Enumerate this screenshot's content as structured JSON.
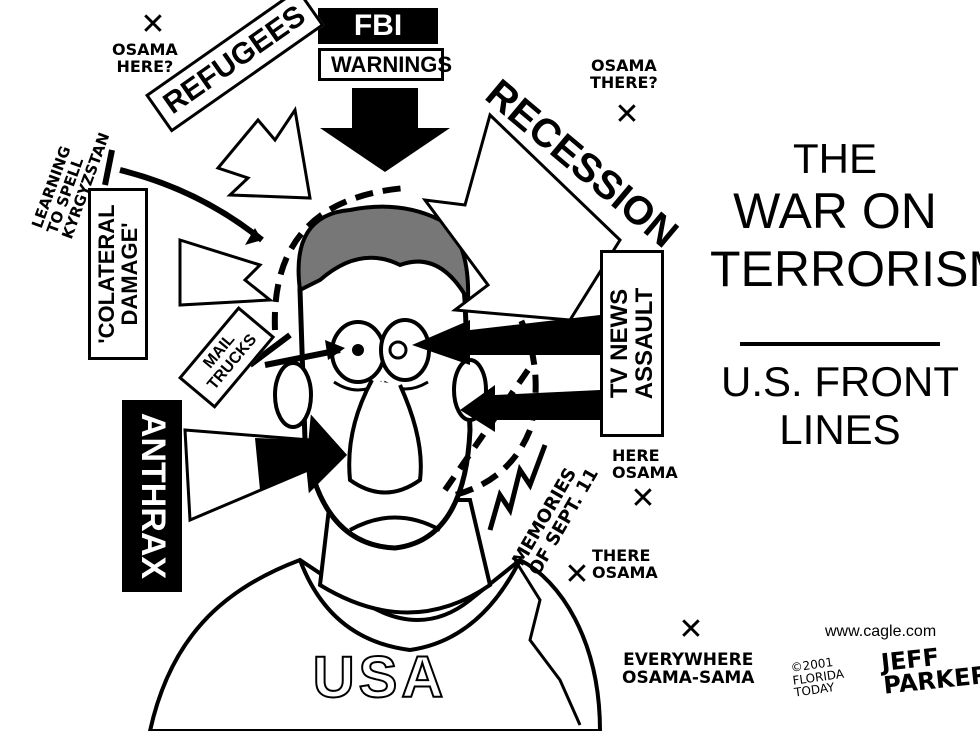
{
  "cartoon": {
    "title_line1": "THE",
    "title_line2": "WAR ON",
    "title_line3": "TERRORISM",
    "subtitle_line1": "U.S. FRONT",
    "subtitle_line2": "LINES",
    "website": "www.cagle.com",
    "copyright_line1": "©2001",
    "copyright_line2": "FLORIDA",
    "copyright_line3": "TODAY",
    "signature_line1": "JEFF",
    "signature_line2": "PARKER",
    "shirt_text": "USA"
  },
  "labels": {
    "fbi": "FBI",
    "warnings": "WARNINGS",
    "refugees": "REFUGEES",
    "recession": "RECESSION",
    "kyrgyzstan_line1": "LEARNING",
    "kyrgyzstan_line2": "TO SPELL",
    "kyrgyzstan_line3": "KYRGYZSTAN",
    "collateral_line1": "'COLATERAL",
    "collateral_line2": "DAMAGE'",
    "mail_line1": "MAIL",
    "mail_line2": "TRUCKS",
    "anthrax": "ANTHRAX",
    "tvnews_line1": "TV NEWS",
    "tvnews_line2": "ASSAULT",
    "memories_line1": "MEMORIES",
    "memories_line2": "OF SEPT. 11"
  },
  "osama": {
    "here_q_line1": "OSAMA",
    "here_q_line2": "HERE?",
    "there_q_line1": "OSAMA",
    "there_q_line2": "THERE?",
    "here_line1": "HERE",
    "here_line2": "OSAMA",
    "there_line1": "THERE",
    "there_line2": "OSAMA",
    "everywhere_line1": "EVERYWHERE",
    "everywhere_line2": "OSAMA-SAMA",
    "x_mark": "✕"
  }
}
